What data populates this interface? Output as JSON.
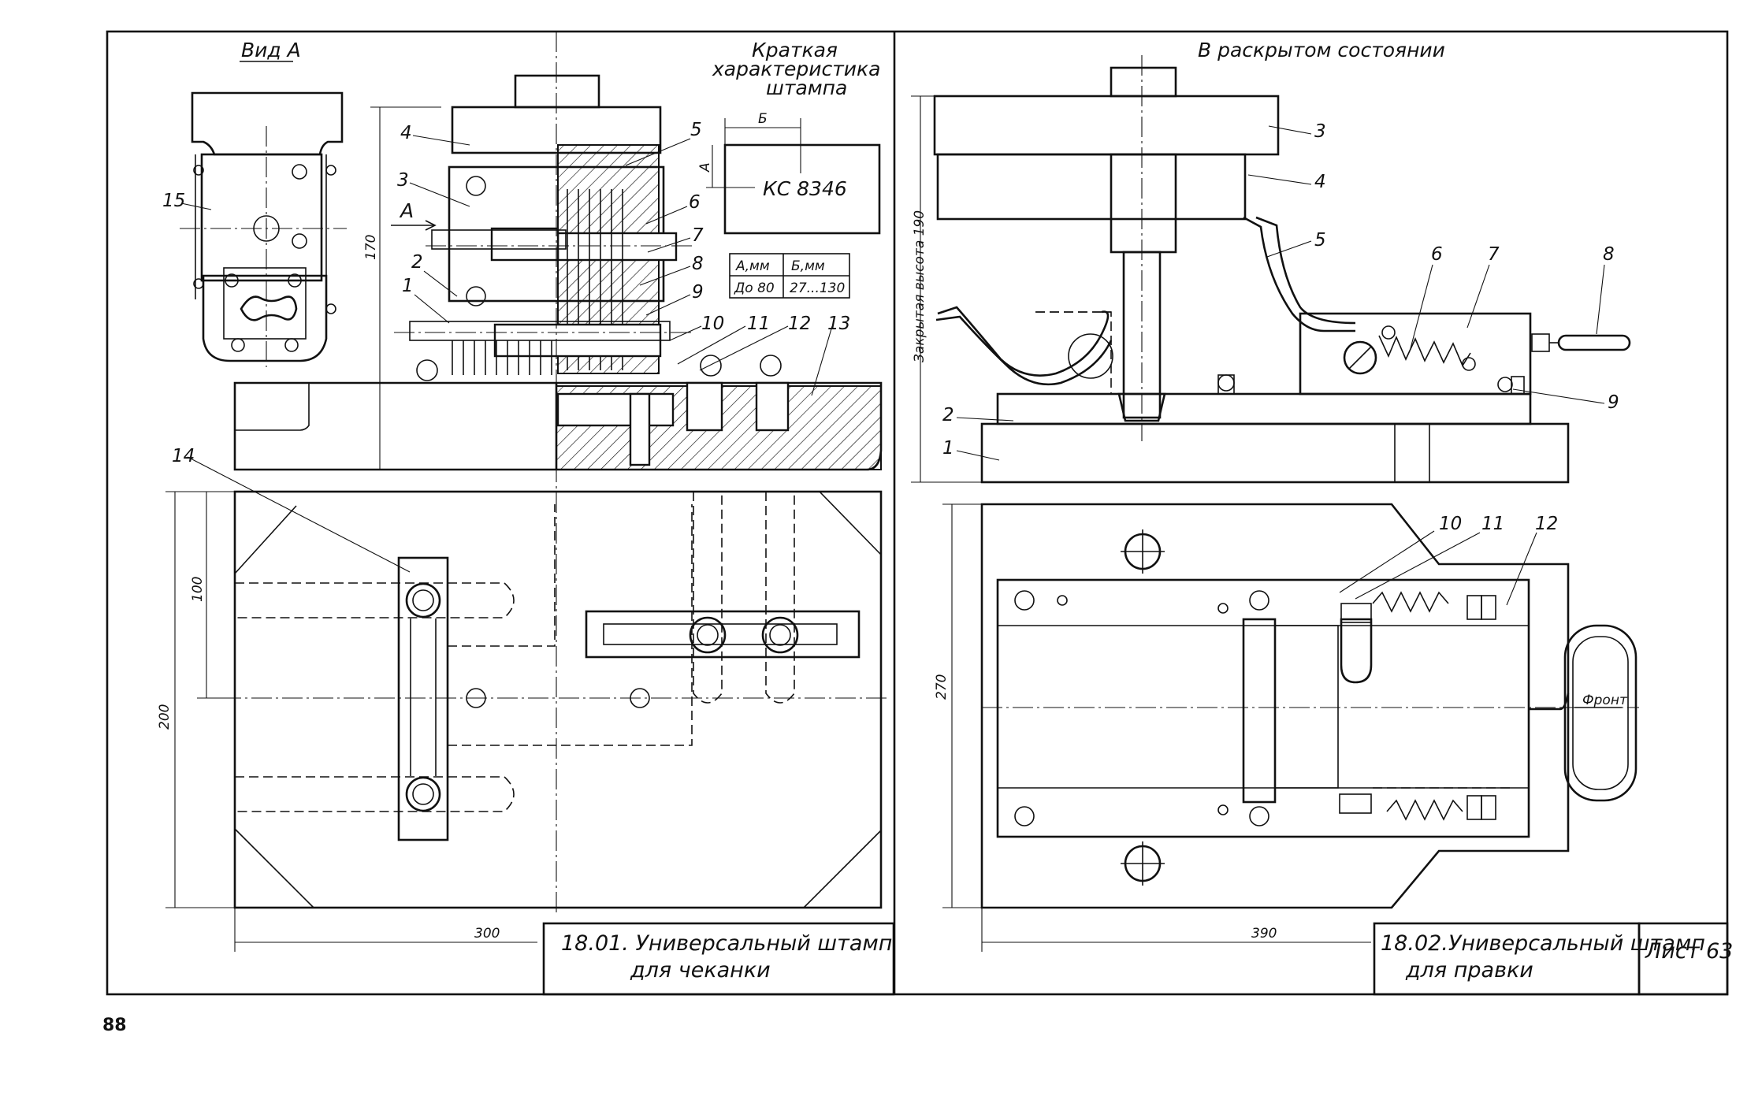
{
  "left": {
    "view_a_label": "Вид А",
    "char_title": [
      "Краткая",
      "характеристика",
      "штампа"
    ],
    "stamp_dim_b": "Б",
    "stamp_dim_a": "А",
    "stamp_code": "КС 8346",
    "table": {
      "headers": [
        "А,мм",
        "Б,мм"
      ],
      "row": [
        "До 80",
        "27...130"
      ]
    },
    "section_arrow_label": "А",
    "callouts": [
      "1",
      "2",
      "3",
      "4",
      "5",
      "6",
      "7",
      "8",
      "9",
      "10",
      "11",
      "12",
      "13",
      "14",
      "15"
    ],
    "dims": {
      "height": "170",
      "width_bottom": "300",
      "plan_height": "200",
      "plan_partial": "100"
    },
    "title": [
      "18.01. Универсальный штамп",
      "для   чеканки"
    ]
  },
  "right": {
    "state_label": "В раскрытом состоянии",
    "closed_height_label": "Закрытая высота 190",
    "callouts": [
      "1",
      "2",
      "3",
      "4",
      "5",
      "6",
      "7",
      "8",
      "9",
      "10",
      "11",
      "12"
    ],
    "dims": {
      "plan_height": "270",
      "width_bottom": "390"
    },
    "front_label": "Фронт",
    "title": [
      "18.02.Универсальный штамп",
      "для  правки"
    ]
  },
  "sheet_label": "Лист 63",
  "page_number": "88"
}
